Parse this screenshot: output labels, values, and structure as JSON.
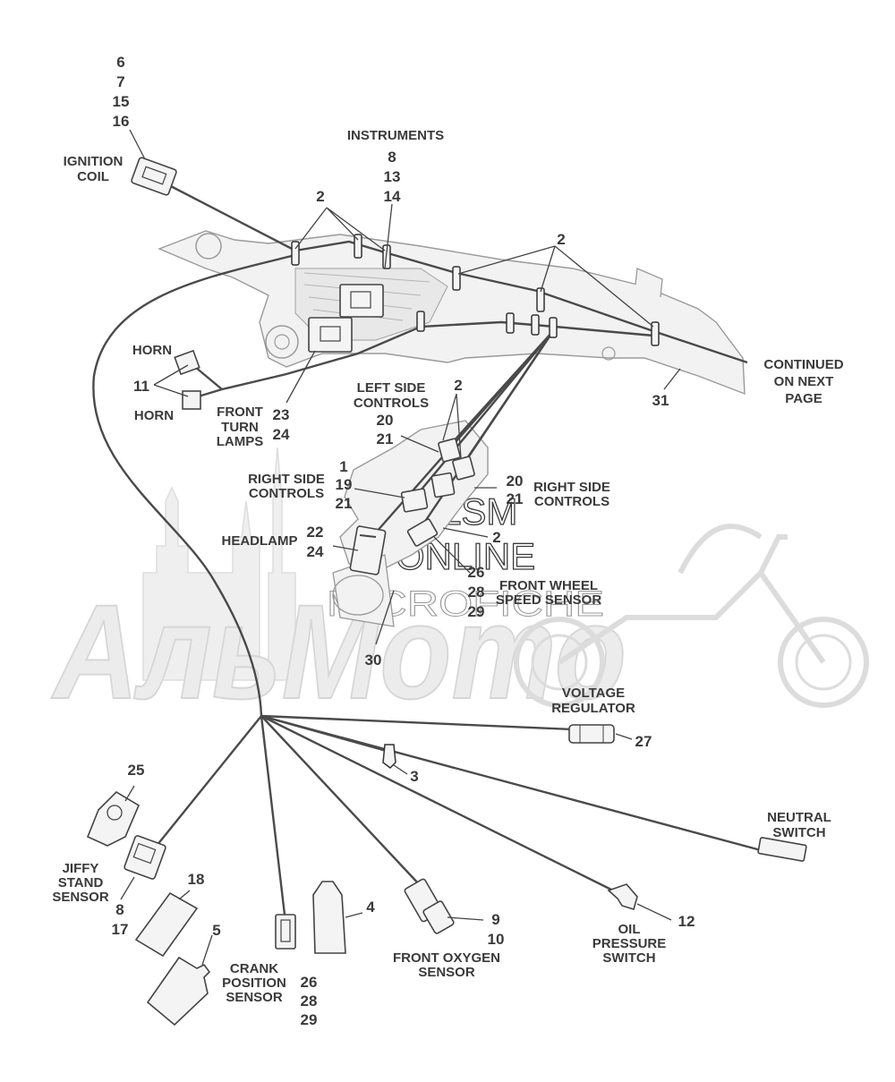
{
  "callouts": {
    "ignition_coil_nums": [
      "6",
      "7",
      "15",
      "16"
    ],
    "ignition_coil": [
      "IGNITION",
      "COIL"
    ],
    "instruments": "INSTRUMENTS",
    "instruments_nums": [
      "8",
      "13",
      "14"
    ],
    "clip_left": "2",
    "clip_right": "2",
    "clip_controls": "2",
    "clip_lower": "2",
    "horn_top": "HORN",
    "horn_bottom": "HORN",
    "horn_num": "11",
    "front_turn_lamps": [
      "FRONT",
      "TURN",
      "LAMPS"
    ],
    "front_turn_nums": [
      "23",
      "24"
    ],
    "continued": [
      "CONTINUED",
      "ON NEXT",
      "PAGE"
    ],
    "harness_num": "31",
    "left_side_controls": [
      "LEFT SIDE",
      "CONTROLS"
    ],
    "left_side_nums": [
      "20",
      "21"
    ],
    "right_side_controls_left": [
      "RIGHT SIDE",
      "CONTROLS"
    ],
    "right_side_left_nums": [
      "1",
      "19",
      "21"
    ],
    "right_side_controls_right": [
      "RIGHT SIDE",
      "CONTROLS"
    ],
    "right_side_right_nums": [
      "20",
      "21"
    ],
    "headlamp": "HEADLAMP",
    "headlamp_nums": [
      "22",
      "24"
    ],
    "front_wheel_speed_sensor": [
      "FRONT WHEEL",
      "SPEED SENSOR"
    ],
    "wheel_speed_nums": [
      "26",
      "28",
      "29"
    ],
    "fork_num": "30",
    "voltage_regulator": [
      "VOLTAGE",
      "REGULATOR"
    ],
    "voltage_regulator_num": "27",
    "clip_3": "3",
    "neutral_switch": [
      "NEUTRAL",
      "SWITCH"
    ],
    "jiffy_stand_sensor": [
      "JIFFY",
      "STAND",
      "SENSOR"
    ],
    "jiffy_nums": [
      "8",
      "17"
    ],
    "part_25": "25",
    "part_18": "18",
    "part_5": "5",
    "part_4": "4",
    "crank_position_sensor": [
      "CRANK",
      "POSITION",
      "SENSOR"
    ],
    "crank_nums": [
      "26",
      "28",
      "29"
    ],
    "front_oxygen_sensor": [
      "FRONT OXYGEN",
      "SENSOR"
    ],
    "oxygen_nums": [
      "9",
      "10"
    ],
    "oil_pressure_switch": [
      "OIL",
      "PRESSURE",
      "SWITCH"
    ],
    "oil_pressure_num": "12"
  },
  "watermark": {
    "line1": "HLSM",
    "line2": "ONLINE",
    "line3": "MICROFICHE",
    "brand": "АльМото"
  }
}
